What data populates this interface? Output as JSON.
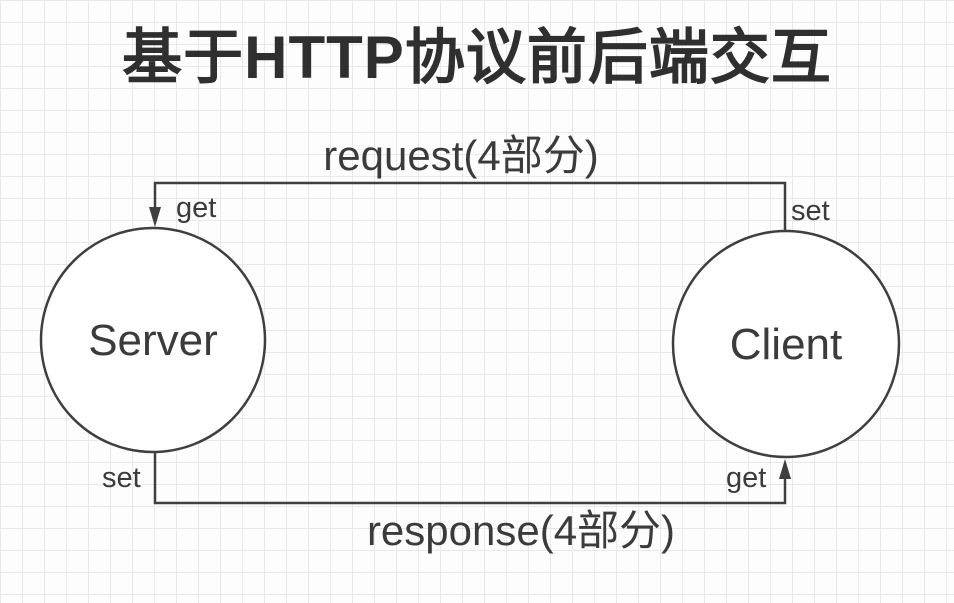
{
  "title": "基于HTTP协议前后端交互",
  "colors": {
    "line": "#3f3f3f",
    "label": "#3b3b3b",
    "title": "#2f2f2f",
    "node_fill": "#ffffff",
    "grid_line": "#e9e9e9",
    "background": "#fdfdfd"
  },
  "nodes": {
    "server": {
      "label": "Server"
    },
    "client": {
      "label": "Client"
    }
  },
  "edges": {
    "request": {
      "label": "request(4部分)",
      "direction": "client-to-server",
      "source_label": "set",
      "target_label": "get"
    },
    "response": {
      "label": "response(4部分)",
      "direction": "server-to-client",
      "source_label": "set",
      "target_label": "get"
    }
  }
}
